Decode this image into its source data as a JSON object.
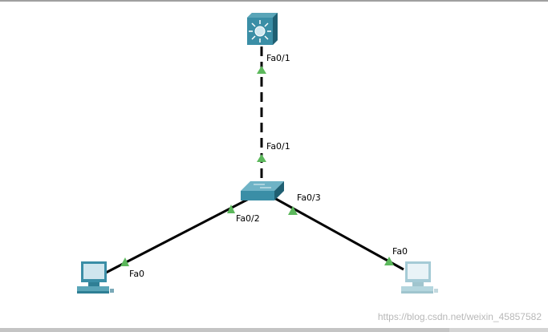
{
  "devices": {
    "multilayer_switch": {
      "icon": "multilayer-switch-icon",
      "port": "Fa0/1"
    },
    "switch": {
      "icon": "switch-icon",
      "ports": [
        "Fa0/1",
        "Fa0/2",
        "Fa0/3"
      ]
    },
    "pc_left": {
      "icon": "pc-icon",
      "port": "Fa0"
    },
    "pc_right": {
      "icon": "pc-icon",
      "port": "Fa0"
    }
  },
  "link_status_color": "#5cb85c",
  "watermark": "https://blog.csdn.net/weixin_45857582"
}
